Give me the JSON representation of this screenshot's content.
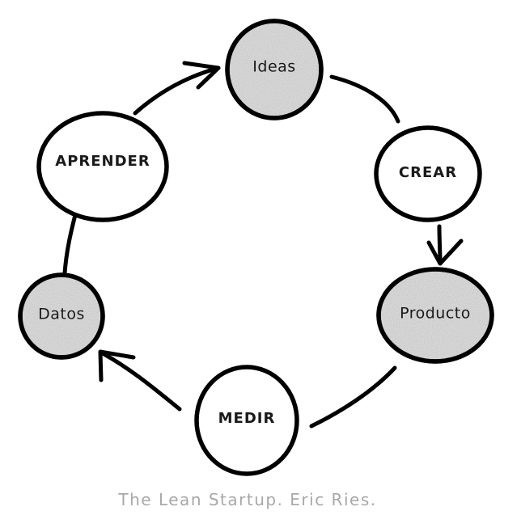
{
  "nodes": {
    "ideas": "Ideas",
    "crear": "CREAR",
    "producto": "Producto",
    "medir": "MEDIR",
    "datos": "Datos",
    "aprender": "APRENDER"
  },
  "caption": "The Lean Startup. Eric Ries.",
  "colors": {
    "ink": "#000000",
    "shaded_fill": "#dadada",
    "caption": "#a8a8a8"
  }
}
